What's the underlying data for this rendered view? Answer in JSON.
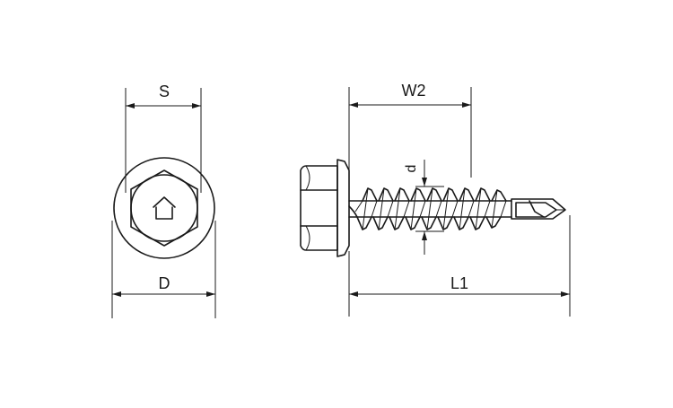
{
  "labels": {
    "s": "S",
    "d_upper": "D",
    "w2": "W2",
    "d_lower": "d",
    "l1": "L1"
  }
}
